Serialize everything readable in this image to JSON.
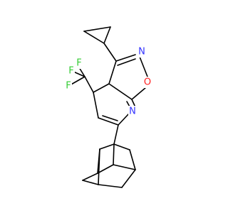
{
  "molecule": {
    "atoms": {
      "n_isoxazole": {
        "label": "N",
        "color": "#3333ff"
      },
      "o_isoxazole": {
        "label": "O",
        "color": "#ff2020"
      },
      "n_pyridine": {
        "label": "N",
        "color": "#3333ff"
      },
      "f1": {
        "label": "F",
        "color": "#33cc33"
      },
      "f2": {
        "label": "F",
        "color": "#33cc33"
      },
      "f3": {
        "label": "F",
        "color": "#33cc33"
      }
    }
  }
}
